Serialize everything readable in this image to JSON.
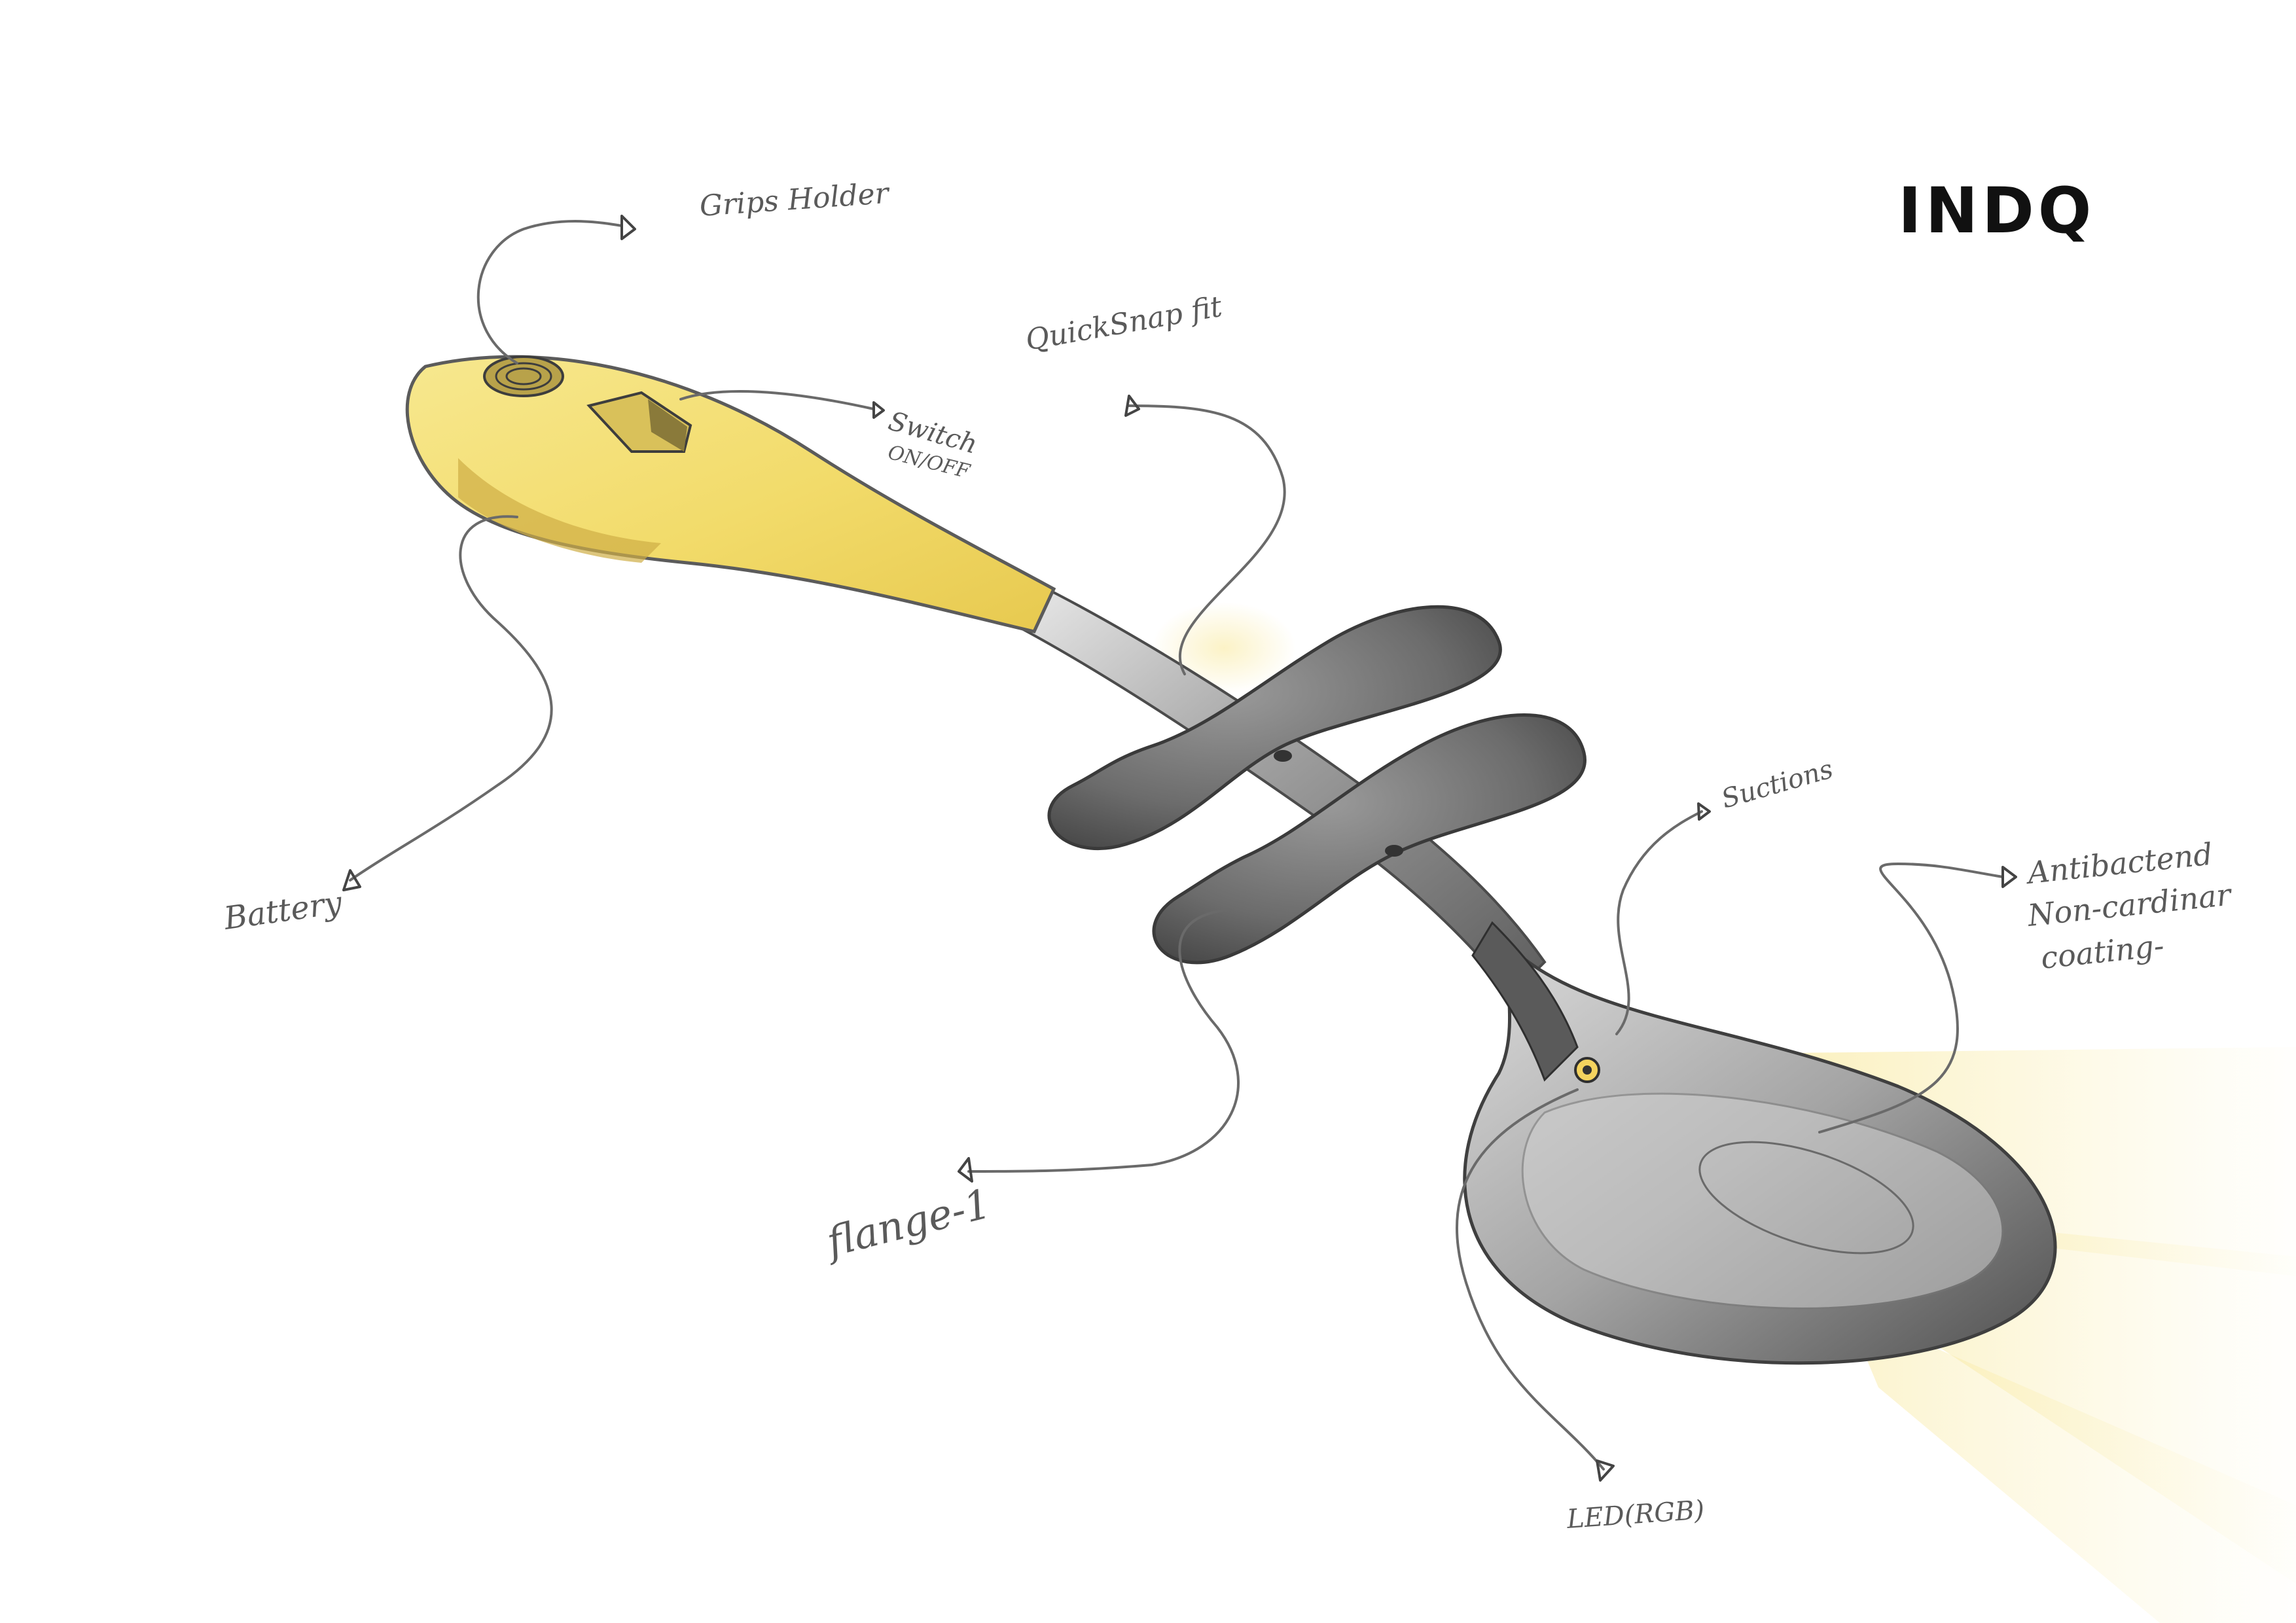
{
  "logo": {
    "text": "INDQ"
  },
  "labels": {
    "grips_holder": "Grips Holder",
    "quick_snap_fit": "QuickSnap fit",
    "switch_line1": "Switch",
    "switch_line2": "ON/OFF",
    "battery": "Battery",
    "suctions": "Suctions",
    "antibacterial_line1": "Antibactend",
    "antibacterial_line2": "Non-cardinar",
    "antibacterial_line3": "coating-",
    "flange": "flange-1",
    "led": "LED(RGB)"
  },
  "colors": {
    "handle_yellow": "#f3e07a",
    "handle_shadow": "#d8b94a",
    "flange_grey": "#6f6f6f",
    "metal": "#b8b8b8",
    "light_beam": "#f5e27a",
    "pencil": "#6a6a6a"
  }
}
